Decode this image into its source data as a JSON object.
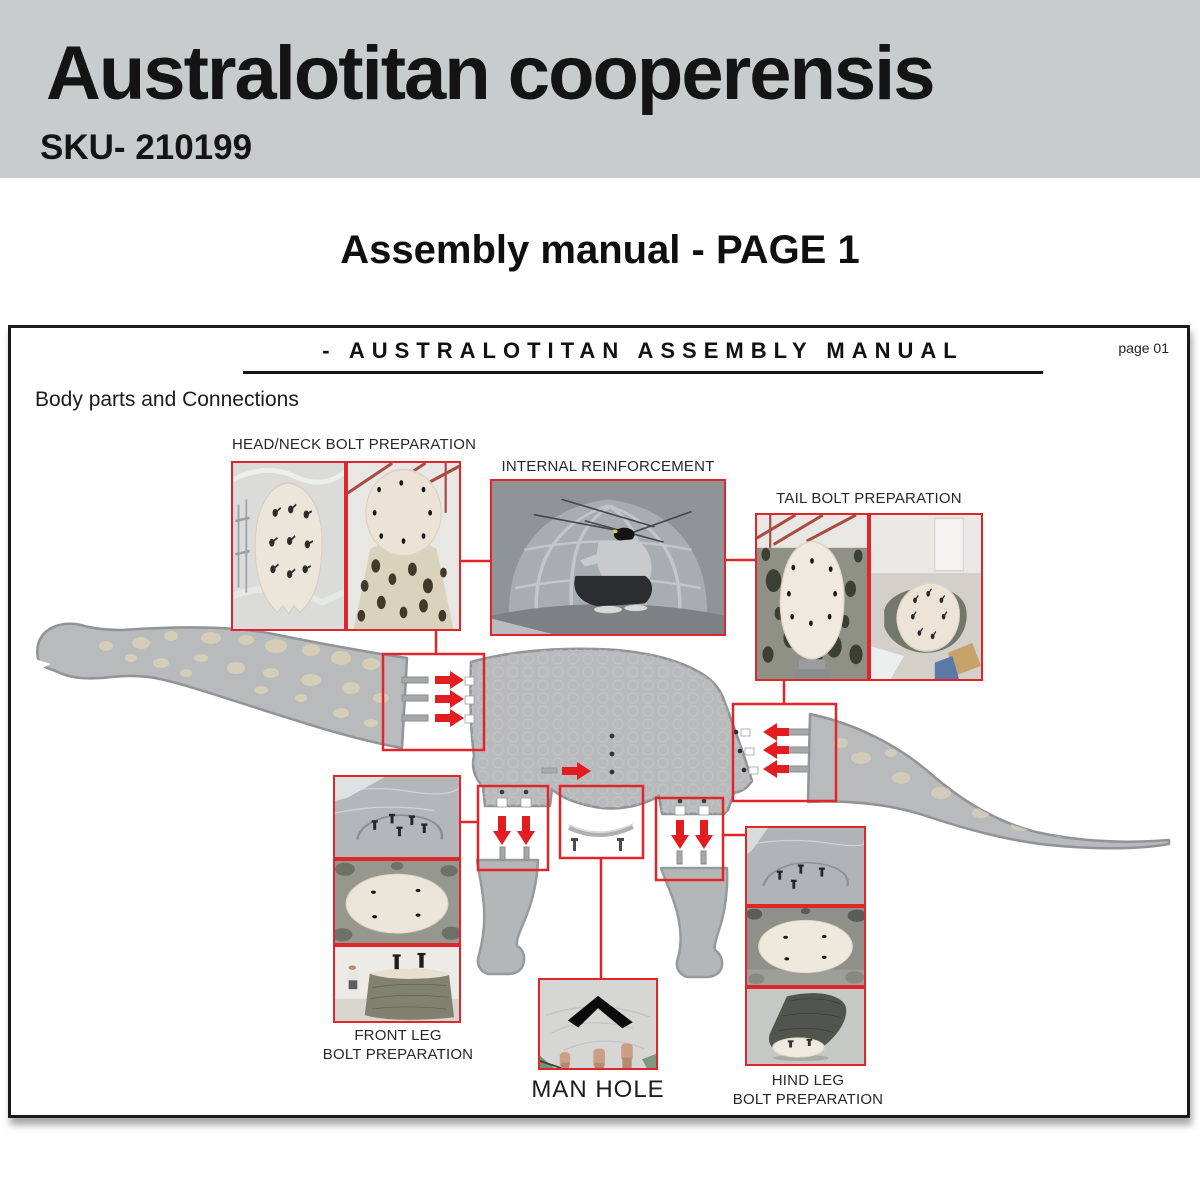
{
  "banner": {
    "title": "Australotitan cooperensis",
    "sku": "SKU- 210199"
  },
  "subtitle": "Assembly manual - PAGE 1",
  "manual": {
    "header_title": "- AUSTRALOTITAN ASSEMBLY MANUAL",
    "page_label": "page 01",
    "section_title": "Body parts and Connections",
    "panels": {
      "head_neck": {
        "label": "HEAD/NECK BOLT PREPARATION"
      },
      "internal_reinforcement": {
        "label": "INTERNAL REINFORCEMENT"
      },
      "tail": {
        "label": "TAIL BOLT PREPARATION"
      },
      "front_leg": {
        "label_line1": "FRONT LEG",
        "label_line2": "BOLT PREPARATION"
      },
      "man_hole": {
        "label": "MAN HOLE"
      },
      "hind_leg": {
        "label_line1": "HIND LEG",
        "label_line2": "BOLT PREPARATION"
      }
    },
    "colors": {
      "accent_red": "#e1262b",
      "banner_gray": "#c9cccd",
      "dino_gray": "#b8babc",
      "dino_outline": "#919396",
      "blotch_cream": "#d9d0b8"
    }
  }
}
